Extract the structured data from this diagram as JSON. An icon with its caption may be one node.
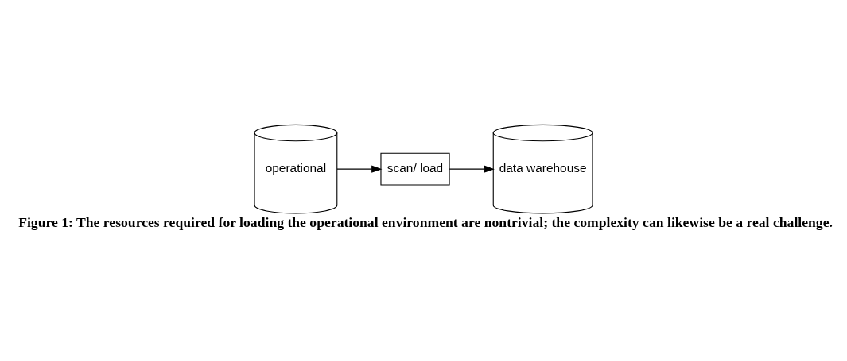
{
  "diagram": {
    "caption": "Figure 1: The resources required for loading the operational environment are nontrivial; the complexity can likewise be a real challenge.",
    "nodes": [
      {
        "text": [
          "operational"
        ]
      },
      {
        "text": [
          "scan/ load"
        ]
      },
      {
        "text": [
          "data warehouse"
        ]
      }
    ],
    "edges": [
      {
        "from": 0,
        "to": 1,
        "arrow": "to"
      },
      {
        "from": 1,
        "to": 2,
        "arrow": "to"
      }
    ]
  }
}
